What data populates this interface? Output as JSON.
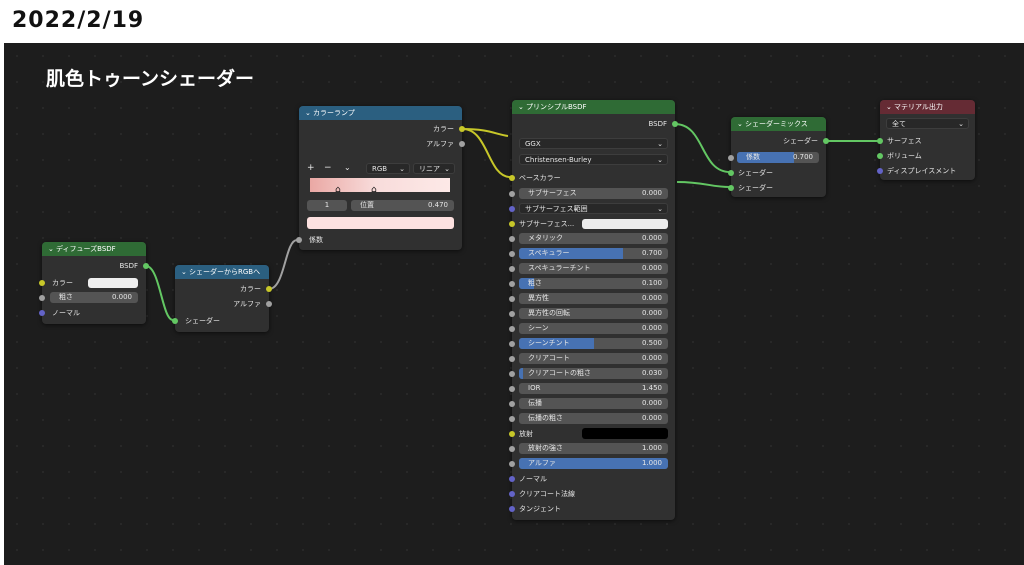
{
  "date": "2022/2/19",
  "title": "肌色トゥーンシェーダー",
  "colors": {
    "bg": "#1d1d1d",
    "node": "#303030",
    "header_green": "#2f6b35",
    "header_blue": "#2b5f80",
    "header_red": "#652b34",
    "field_fill": "#4772b3"
  },
  "diffuse": {
    "title": "ディフューズBSDF",
    "out_bsdf": "BSDF",
    "color": "カラー",
    "roughness_label": "粗さ",
    "roughness_value": "0.000",
    "normal": "ノーマル"
  },
  "shader_to_rgb": {
    "title": "シェーダーからRGBへ",
    "out_color": "カラー",
    "out_alpha": "アルファ",
    "in_shader": "シェーダー"
  },
  "color_ramp": {
    "title": "カラーランプ",
    "out_color": "カラー",
    "out_alpha": "アルファ",
    "plus": "+",
    "minus": "−",
    "menu": "⌄",
    "mode": "RGB",
    "interp": "リニア",
    "stop_index": "1",
    "pos_label": "位置",
    "pos_value": "0.470",
    "in_fac": "係数",
    "stop_position": 0.47
  },
  "principled": {
    "title": "プリンシプルBSDF",
    "out_bsdf": "BSDF",
    "distribution": "GGX",
    "subsurface_method": "Christensen-Burley",
    "base_color": "ベースカラー",
    "fields": [
      {
        "label": "サブサーフェス",
        "value": "0.000",
        "fill": 0
      },
      {
        "label": "スペキュラー",
        "value": "0.700",
        "fill": 0.7
      },
      {
        "label": "スペキュラーチント",
        "value": "0.000",
        "fill": 0
      },
      {
        "label": "粗さ",
        "value": "0.100",
        "fill": 0.1
      },
      {
        "label": "異方性",
        "value": "0.000",
        "fill": 0
      },
      {
        "label": "異方性の回転",
        "value": "0.000",
        "fill": 0
      },
      {
        "label": "シーン",
        "value": "0.000",
        "fill": 0
      },
      {
        "label": "シーンチント",
        "value": "0.500",
        "fill": 0.5
      },
      {
        "label": "クリアコート",
        "value": "0.000",
        "fill": 0
      },
      {
        "label": "クリアコートの粗さ",
        "value": "0.030",
        "fill": 0.03
      },
      {
        "label": "IOR",
        "value": "1.450",
        "fill": 0
      },
      {
        "label": "伝播",
        "value": "0.000",
        "fill": 0
      },
      {
        "label": "伝播の粗さ",
        "value": "0.000",
        "fill": 0
      }
    ],
    "subsurface_range": "サブサーフェス範囲",
    "subsurface_color": "サブサーフェス...",
    "metallic": "メタリック",
    "metallic_value": "0.000",
    "emission": "放射",
    "emission_strength": "放射の強さ",
    "emission_strength_value": "1.000",
    "alpha": "アルファ",
    "alpha_value": "1.000",
    "normal": "ノーマル",
    "clearcoat_normal": "クリアコート法線",
    "tangent": "タンジェント"
  },
  "mix": {
    "title": "シェーダーミックス",
    "out_shader": "シェーダー",
    "fac_label": "係数",
    "fac_value": "0.700",
    "fac_fill": 0.7,
    "in1": "シェーダー",
    "in2": "シェーダー"
  },
  "output": {
    "title": "マテリアル出力",
    "target": "全て",
    "surface": "サーフェス",
    "volume": "ボリューム",
    "displacement": "ディスプレイスメント"
  }
}
